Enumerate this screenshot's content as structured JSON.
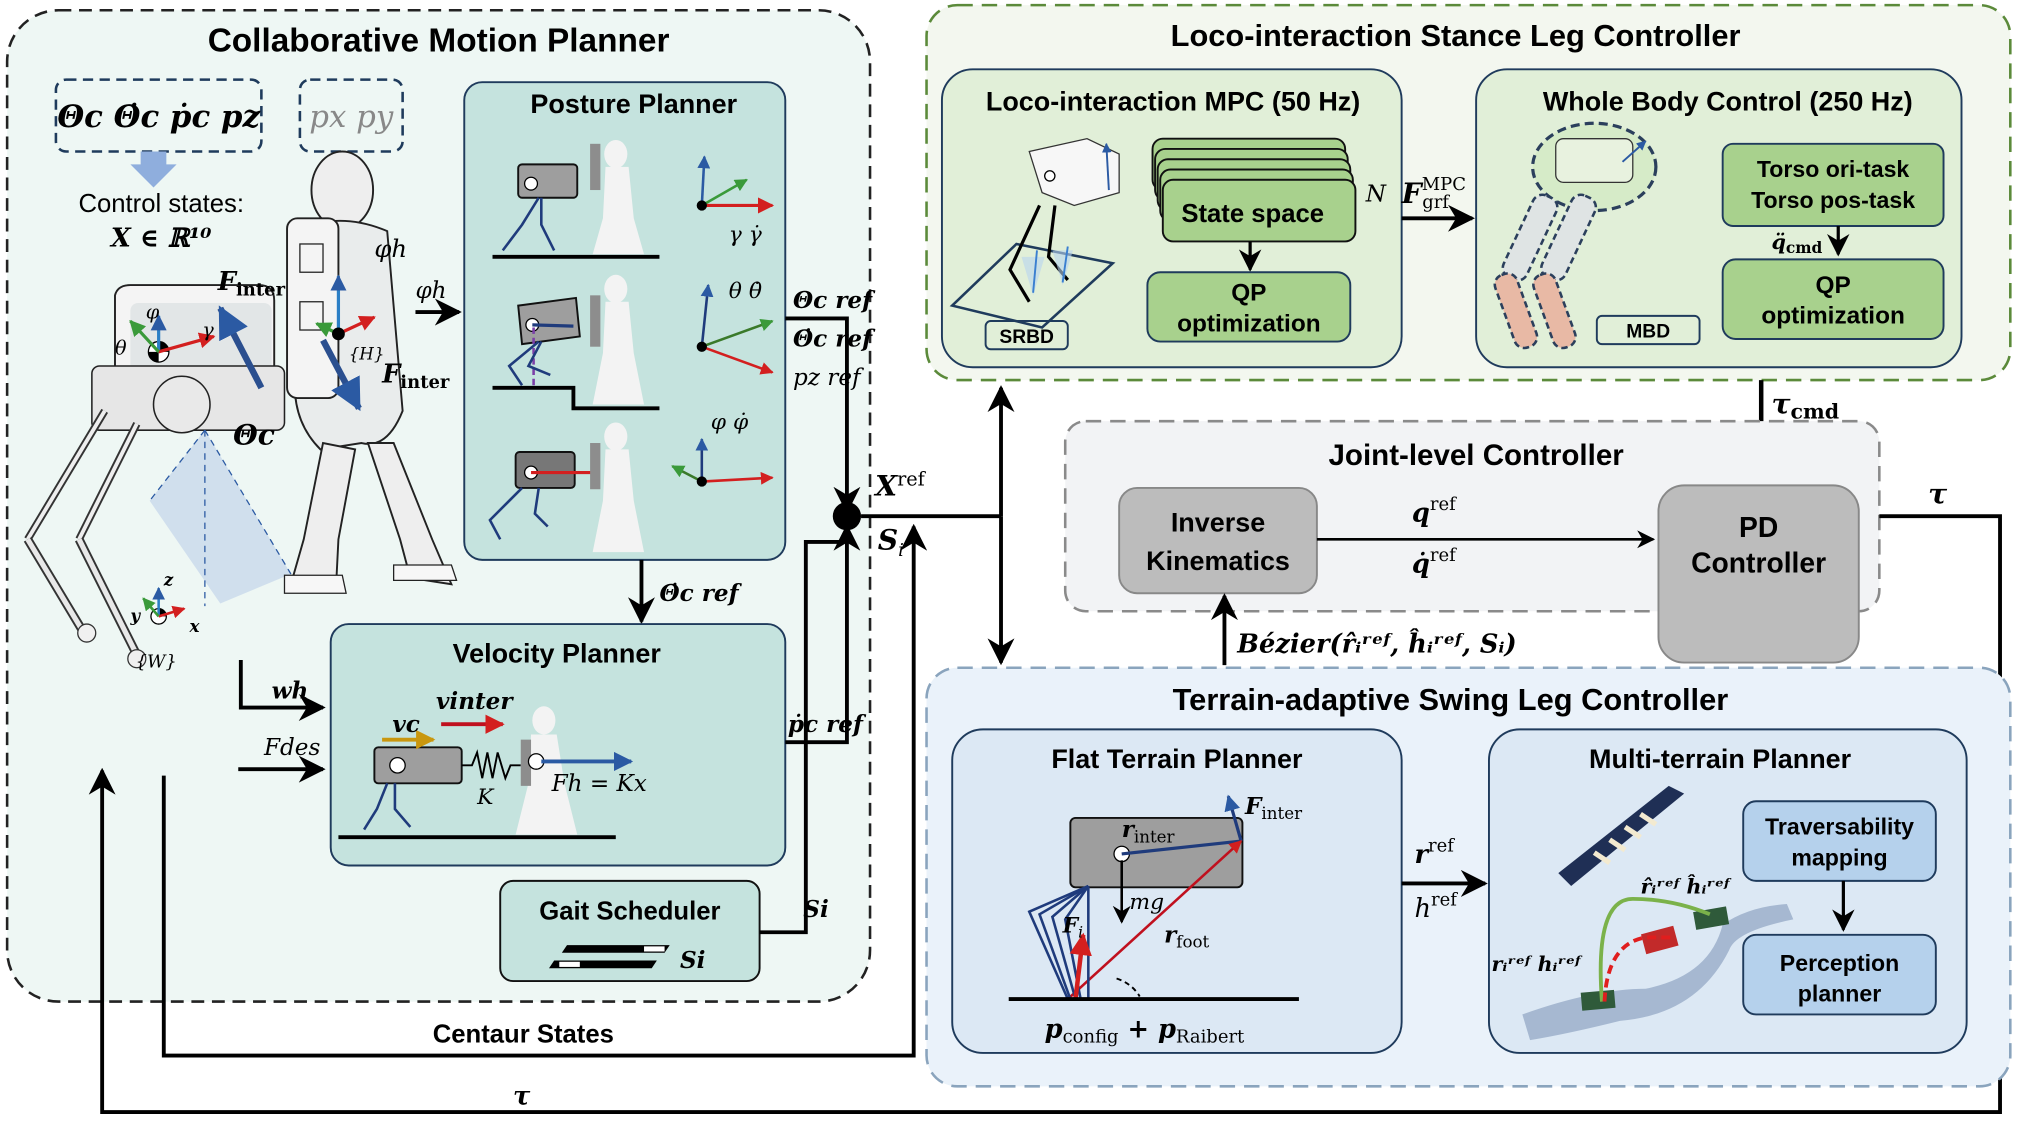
{
  "colors": {
    "cmp_bg": "#eef7f4",
    "planner_bg": "#c5e3de",
    "stance_bg": "#f3f7ef",
    "stance_border": "#5b8a3a",
    "stance_inner_bg": "#e1efd8",
    "green_box": "#a8d18d",
    "joint_bg": "#f2f3f5",
    "joint_border": "#8a8a8a",
    "gray_box": "#bcbcbc",
    "swing_bg": "#eaf2fa",
    "swing_border": "#8aa4bd",
    "swing_inner_bg": "#dce8f4",
    "blue_box": "#b5d1ec",
    "dark_navy": "#1f3b5c",
    "arrow_red": "#d31f1f",
    "arrow_blue": "#2b5aa3",
    "arrow_gold": "#c9970e",
    "arrow_green": "#3a9a3a"
  },
  "collaborative_motion_planner": {
    "title": "Collaborative Motion Planner",
    "state_vars": "Θc Θ̇c ṗc pz",
    "excluded_vars": "px py",
    "control_states_label": "Control states:",
    "control_states_math": "X ∈ ℝ¹⁰",
    "labels": {
      "f_inter_robot": "F",
      "f_inter_sub": "inter",
      "theta_c": "Θc",
      "phi_h": "φh",
      "frame_h": "{H}",
      "frame_w": "{W}",
      "axis_x": "x",
      "axis_y": "y",
      "axis_z": "z",
      "phi": "φ",
      "theta": "θ",
      "gamma": "γ"
    },
    "posture_planner": {
      "title": "Posture Planner",
      "rows": [
        {
          "angle_label": "γ γ̇"
        },
        {
          "angle_label": "θ θ̇"
        },
        {
          "angle_label": "φ φ̇"
        }
      ],
      "input_label": "φh"
    },
    "velocity_planner": {
      "title": "Velocity Planner",
      "v_c": "vc",
      "v_inter": "vinter",
      "spring_k": "K",
      "force_eq": "Fh = Kx",
      "inputs": [
        "wh",
        "Fdes"
      ]
    },
    "gait_scheduler": {
      "title": "Gait Scheduler",
      "output": "Si"
    },
    "output_labels": {
      "theta_ref": "Θc ref",
      "theta_dot_ref": "Θ̇c ref",
      "pz_ref": "pz ref",
      "theta_dot_down": "Θ̇c ref",
      "p_dot_ref": "ṗc ref",
      "si": "Si"
    },
    "centaur_states": "Centaur States"
  },
  "junction": {
    "x_ref": "X",
    "x_ref_sup": "ref",
    "si": "S",
    "si_sub": "i"
  },
  "stance_controller": {
    "title": "Loco-interaction Stance Leg Controller",
    "mpc": {
      "title": "Loco-interaction MPC (50 Hz)",
      "state_space": "State space",
      "qp_line1": "QP",
      "qp_line2": "optimization",
      "horizon": "N",
      "model_tag": "SRBD"
    },
    "f_grf_label": "F",
    "f_grf_sub": "grf",
    "f_grf_sup": "MPC",
    "wbc": {
      "title": "Whole Body Control (250 Hz)",
      "task_line1": "Torso ori-task",
      "task_line2": "Torso pos-task",
      "qdd_label": "q̈",
      "qdd_sub": "cmd",
      "qp_line1": "QP",
      "qp_line2": "optimization",
      "model_tag": "MBD"
    },
    "tau_cmd": "τ",
    "tau_cmd_sub": "cmd"
  },
  "joint_controller": {
    "title": "Joint-level Controller",
    "ik_line1": "Inverse",
    "ik_line2": "Kinematics",
    "q_ref": "q",
    "q_dot_ref": "q̇",
    "ref_sup": "ref",
    "pd_line1": "PD",
    "pd_line2": "Controller",
    "tau_out": "τ"
  },
  "bezier_label": "Bézier(r̂ᵢʳᵉᶠ, ĥᵢʳᵉᶠ, Sᵢ)",
  "swing_controller": {
    "title": "Terrain-adaptive Swing Leg Controller",
    "flat": {
      "title": "Flat Terrain Planner",
      "r_inter": "r",
      "r_inter_sub": "inter",
      "f_inter": "F",
      "f_inter_sub": "inter",
      "mg": "mg",
      "f_i": "F",
      "f_i_sub": "i",
      "r_foot": "r",
      "r_foot_sub": "foot",
      "formula": "p",
      "formula_sub1": "config",
      "formula_plus": " + p",
      "formula_sub2": "Raibert"
    },
    "r_ref": "r",
    "h_ref": "h",
    "ref_sup": "ref",
    "i_sub": "i",
    "multi": {
      "title": "Multi-terrain Planner",
      "trav_line1": "Traversability",
      "trav_line2": "mapping",
      "perc_line1": "Perception",
      "perc_line2": "planner",
      "hat_labels": "r̂ᵢʳᵉᶠ ĥᵢʳᵉᶠ",
      "plain_labels": "rᵢʳᵉᶠ hᵢʳᵉᶠ"
    }
  },
  "feedback_tau": "τ"
}
